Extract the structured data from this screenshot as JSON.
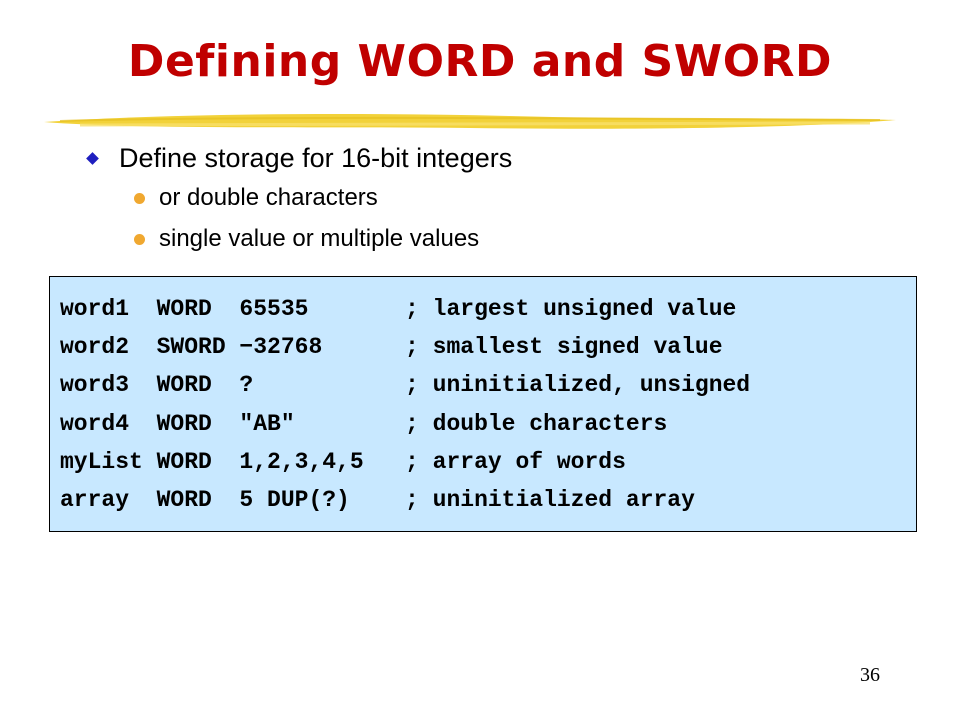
{
  "slide": {
    "title": "Defining WORD and SWORD",
    "bullets": {
      "main": "Define storage for 16-bit integers",
      "sub": [
        "or double characters",
        "single value or multiple values"
      ]
    },
    "code_lines": [
      "word1  WORD  65535       ; largest unsigned value",
      "word2  SWORD −32768      ; smallest signed value",
      "word3  WORD  ?           ; uninitialized, unsigned",
      "word4  WORD  \"AB\"        ; double characters",
      "myList WORD  1,2,3,4,5   ; array of words",
      "array  WORD  5 DUP(?)    ; uninitialized array"
    ],
    "page_number": "36"
  },
  "colors": {
    "title": "#c00000",
    "underline": "#f2d23a",
    "main_bullet": "#1f1fbf",
    "sub_bullet": "#f0a830",
    "code_background": "#c8e8ff"
  }
}
